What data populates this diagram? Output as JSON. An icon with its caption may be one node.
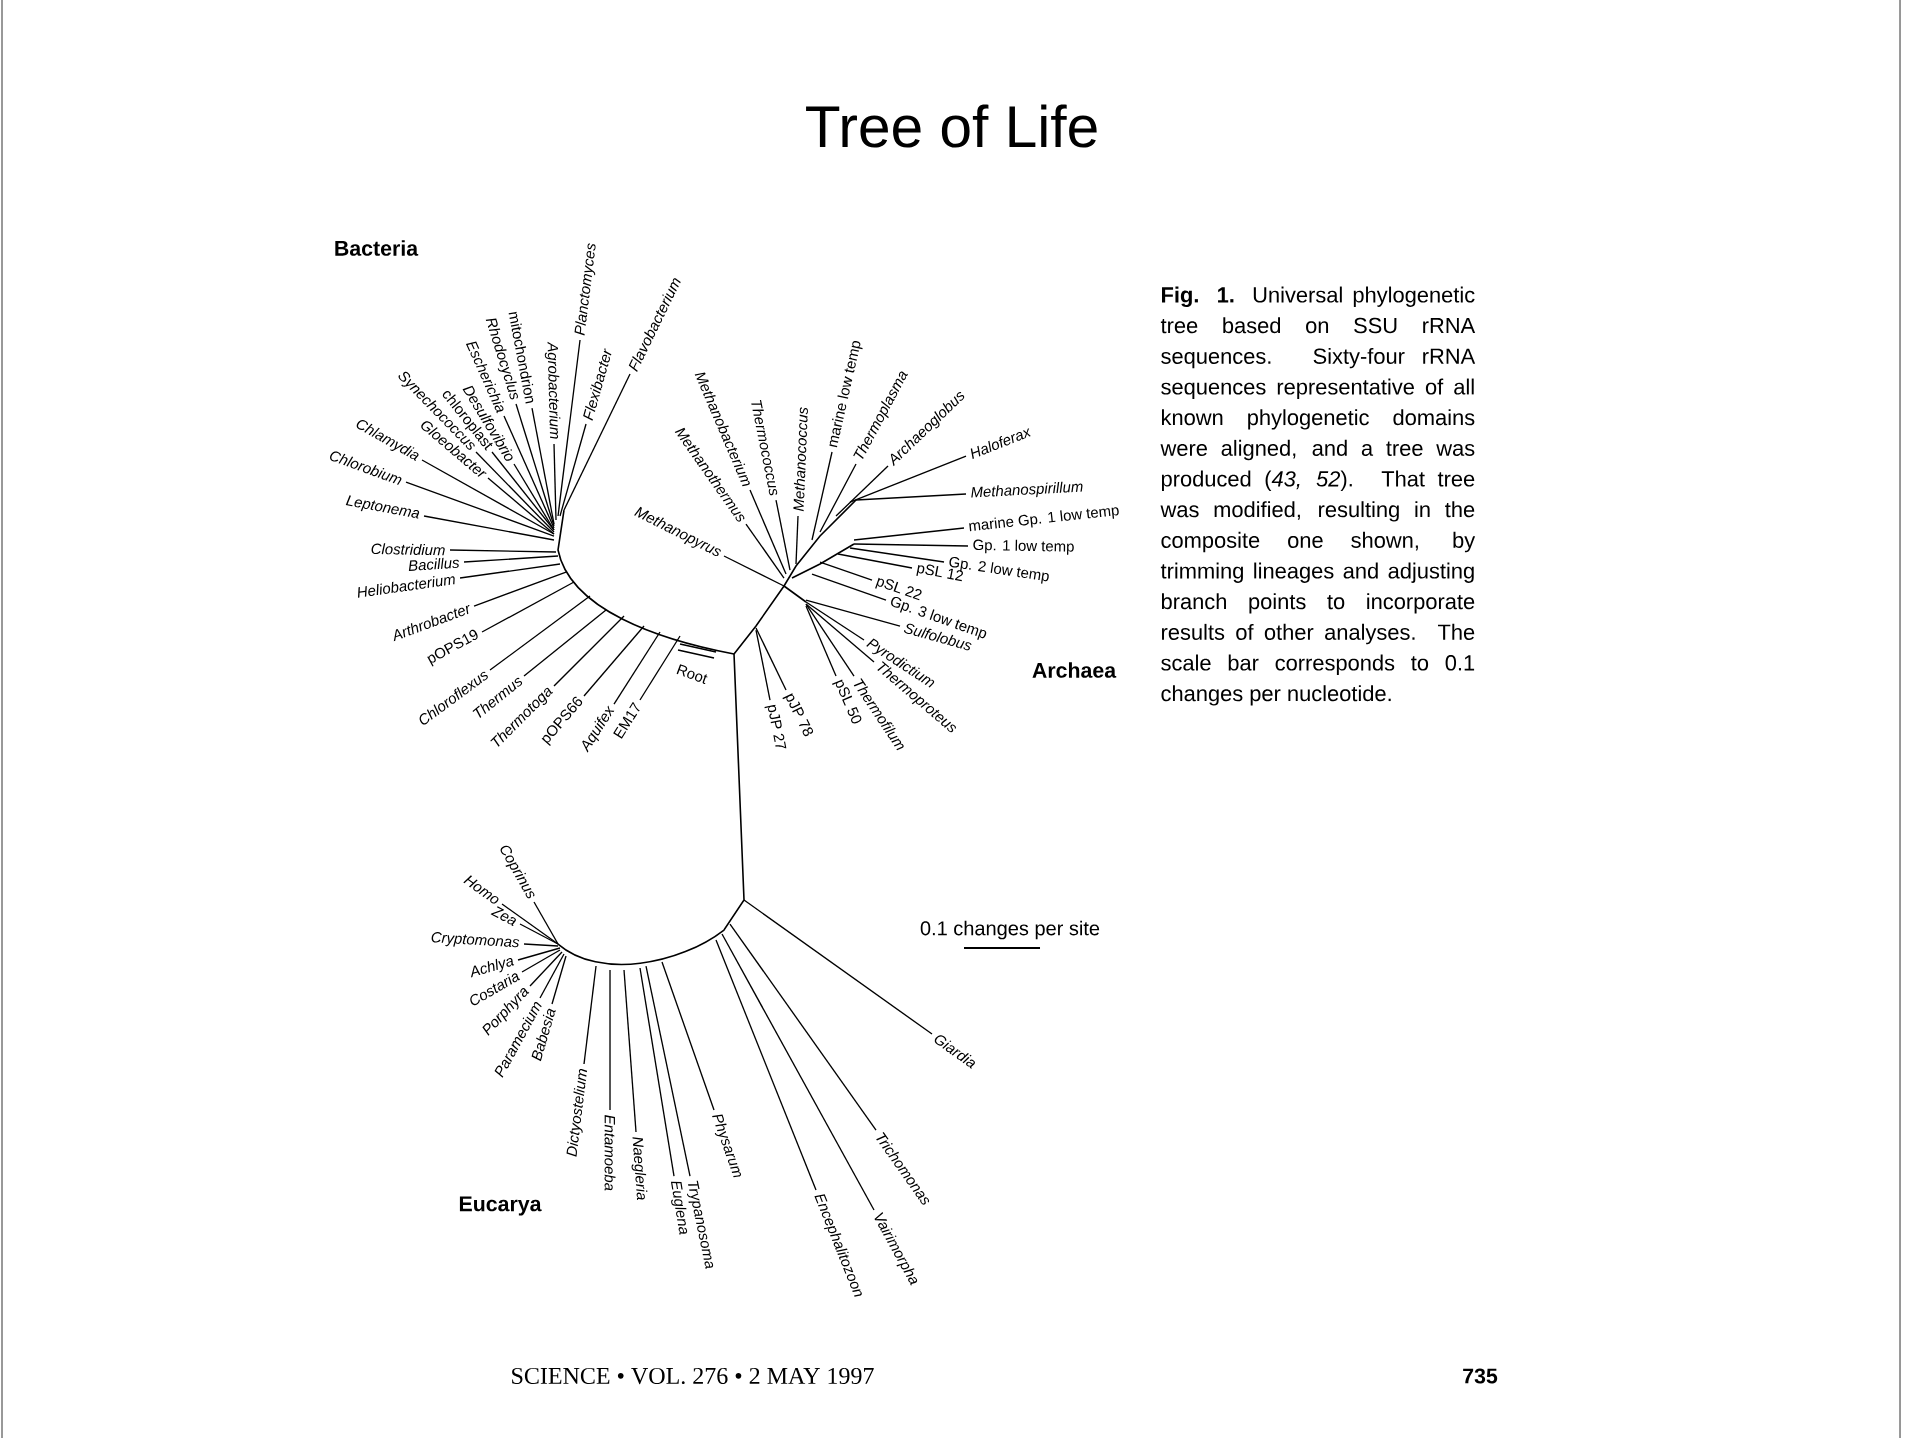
{
  "diagram": {
    "title": "Tree of Life",
    "caption": "**Fig. 1.** Universal phylogenetic tree based on SSU rRNA sequences. Sixty-four rRNA sequences representative of all known phylogenetic domains were aligned, and a tree was produced (*43, 52*). That tree was modified, resulting in the composite one shown, by trimming lineages and adjusting branch points to incorporate results of other analyses. The scale bar corresponds to 0.1 changes per nucleotide.",
    "labels": [
      "Bacteria",
      "Synechococcus",
      "chloroplast",
      "Desulfovibrio",
      "Escherichia",
      "Rhodocyclus",
      "mitochondrion",
      "Agrobacterium",
      "Planctomyces",
      "Flexibacter",
      "Flavobacterium",
      "Chlamydia",
      "Chlorobium",
      "Gloeobacter",
      "Leptonema",
      "Clostridium",
      "Bacillus",
      "Heliobacterium",
      "Arthrobacter",
      "pOPS19",
      "Chloroflexus",
      "Thermus",
      "Thermotoga",
      "pOPS66",
      "Aquifex",
      "EM17",
      "Root",
      "pJP 27",
      "pJP 78",
      "Methanopyrus",
      "Methanothermus",
      "Methanobacterium",
      "Thermococcus",
      "Methanococcus",
      "marine low temp",
      "Thermoplasma",
      "Archaeoglobus",
      "Haloferax",
      "Methanospirillum",
      "marine Gp. 1 low temp",
      "Gp. 1 low temp",
      "Gp. 2 low temp",
      "pSL 12",
      "pSL 22",
      "Gp. 3 low temp",
      "Sulfolobus",
      "Pyrodictium",
      "Thermoproteus",
      "Thermofilum",
      "pSL 50",
      "Archaea",
      "0.1 changes per site",
      "Coprinus",
      "Homo",
      "Zea",
      "Cryptomonas",
      "Achlya",
      "Costaria",
      "Porphyra",
      "Paramecium",
      "Babesia",
      "Dictyostelium",
      "Entamoeba",
      "Naegleria",
      "Euglena",
      "Trypanosoma",
      "Physarum",
      "Encephalitozoon",
      "Vairimorpha",
      "Trichomonas",
      "Giardia",
      "Eucarya",
      "SCIENCE • VOL. 276 • 2 MAY 1997",
      "735"
    ]
  }
}
